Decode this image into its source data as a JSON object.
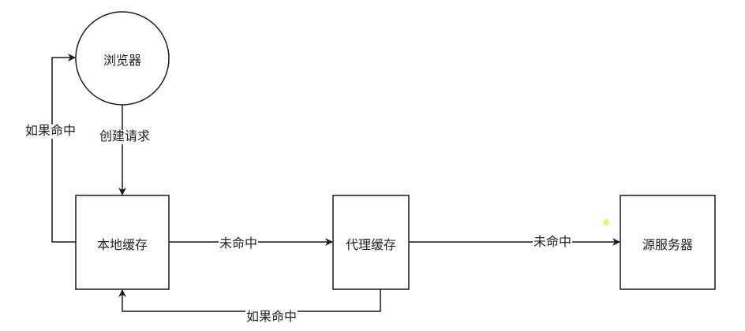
{
  "nodes": {
    "browser": "浏览器",
    "local_cache": "本地缓存",
    "proxy_cache": "代理缓存",
    "origin_server": "源服务器"
  },
  "edges": {
    "create_request": "创建请求",
    "local_hit": "如果命中",
    "local_miss": "未命中",
    "proxy_miss": "未命中",
    "proxy_hit": "如果命中"
  },
  "colors": {
    "stroke": "#1a1a1a",
    "cursor_dot": "#f2ef7a"
  }
}
